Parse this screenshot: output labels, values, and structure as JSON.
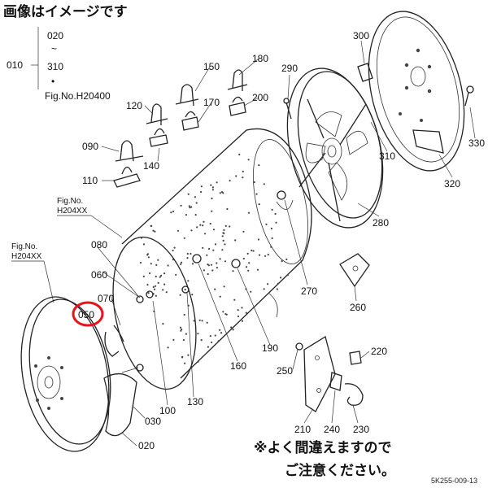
{
  "header": {
    "image_notice": "画像はイメージです",
    "range_start": "020",
    "range_tilde": "~",
    "range_end": "310",
    "group_label": "010",
    "bullet": "•",
    "fig_ref_top": "Fig.No.H20400"
  },
  "fig_refs": [
    {
      "line1": "Fig.No.",
      "line2": "H204XX"
    },
    {
      "line1": "Fig.No.",
      "line2": "H204XX"
    }
  ],
  "part_labels": {
    "p020": "020",
    "p030": "030",
    "p050": "050",
    "p060": "060",
    "p070": "070",
    "p080": "080",
    "p090": "090",
    "p100": "100",
    "p110": "110",
    "p120": "120",
    "p130": "130",
    "p140": "140",
    "p150": "150",
    "p160": "160",
    "p170": "170",
    "p180": "180",
    "p190": "190",
    "p200": "200",
    "p210": "210",
    "p220": "220",
    "p230": "230",
    "p240": "240",
    "p250": "250",
    "p260": "260",
    "p270": "270",
    "p280": "280",
    "p290": "290",
    "p300": "300",
    "p310": "310",
    "p320": "320",
    "p330": "330"
  },
  "highlight": {
    "part": "050",
    "color": "#e8141c"
  },
  "warning": {
    "line1": "※よく間違えますので",
    "line2": "ご注意ください。"
  },
  "doc_code": "5K255-009-13"
}
